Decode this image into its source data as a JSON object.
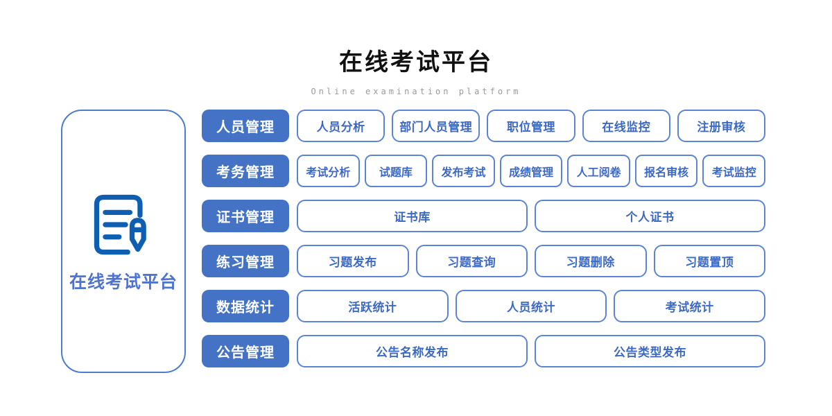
{
  "page": {
    "title": "在线考试平台",
    "subtitle": "Online examination platform"
  },
  "left_card": {
    "label": "在线考试平台",
    "icon": "document-pencil-icon"
  },
  "colors": {
    "primary": "#4472C4",
    "item_text": "#3c69c6",
    "item_border": "#5b84d6",
    "card_text": "#4f74cf",
    "card_border": "#4d7ccb",
    "icon_blue": "#0e5fb2",
    "subtitle_gray": "#9a9a9a"
  },
  "rows": [
    {
      "label": "人员管理",
      "items": [
        "人员分析",
        "部门人员管理",
        "职位管理",
        "在线监控",
        "注册审核"
      ]
    },
    {
      "label": "考务管理",
      "items": [
        "考试分析",
        "试题库",
        "发布考试",
        "成绩管理",
        "人工阅卷",
        "报名审核",
        "考试监控"
      ]
    },
    {
      "label": "证书管理",
      "items": [
        "证书库",
        "个人证书"
      ]
    },
    {
      "label": "练习管理",
      "items": [
        "习题发布",
        "习题查询",
        "习题删除",
        "习题置顶"
      ]
    },
    {
      "label": "数据统计",
      "items": [
        "活跃统计",
        "人员统计",
        "考试统计"
      ]
    },
    {
      "label": "公告管理",
      "items": [
        "公告名称发布",
        "公告类型发布"
      ]
    }
  ]
}
